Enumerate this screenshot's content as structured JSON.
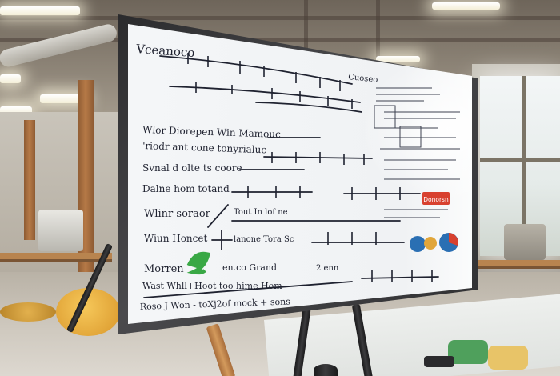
{
  "scene": {
    "description_visible_text": false,
    "colors": {
      "board": "#f2f4f6",
      "frame": "#333335",
      "ink": "#1f2230",
      "accent_red": "#d8412f",
      "accent_green": "#39a845",
      "accent_blue": "#2a6fb3"
    }
  },
  "board": {
    "lines": [
      "Vceanoco",
      "Cuoseo",
      "Wlor Diorepen Win Mamouc",
      "'riodr ant cone tonyrialuc",
      "Svnal d olte ts coore",
      "Dalne hom totand",
      "Wlinr soraor",
      "Tout In lof ne",
      "Wiun Honcet",
      "lanone Tora Sc",
      "Morren",
      "en.co Grand",
      "2 enn",
      "Wast Whll+Hoot too hime Hom",
      "Roso J Won - toXj2of mock + sons"
    ],
    "badge_label": "Donorsn"
  }
}
